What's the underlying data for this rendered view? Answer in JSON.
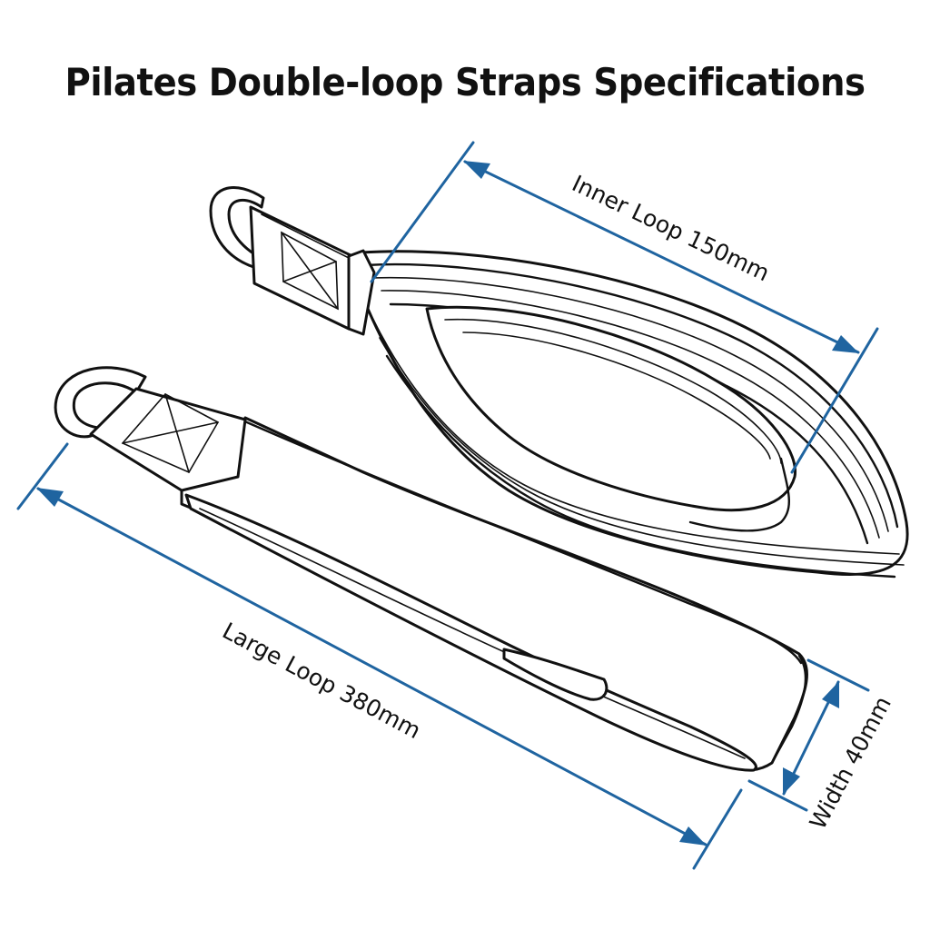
{
  "title": "Pilates Double-loop Straps Specifications",
  "colors": {
    "background": "#ffffff",
    "line_art": "#111111",
    "dimension_lines": "#1f64a0"
  },
  "dimensions": {
    "inner_loop": {
      "label": "Inner Loop 150mm",
      "name": "Inner Loop",
      "value": 150,
      "unit": "mm"
    },
    "large_loop": {
      "label": "Large Loop 380mm",
      "name": "Large Loop",
      "value": 380,
      "unit": "mm"
    },
    "width": {
      "label": "Width 40mm",
      "name": "Width",
      "value": 40,
      "unit": "mm"
    }
  },
  "components": {
    "upper_strap": "inner-loop-strap",
    "lower_strap": "large-loop-strap",
    "handle_rings": 2,
    "stitch_boxes": 2
  }
}
